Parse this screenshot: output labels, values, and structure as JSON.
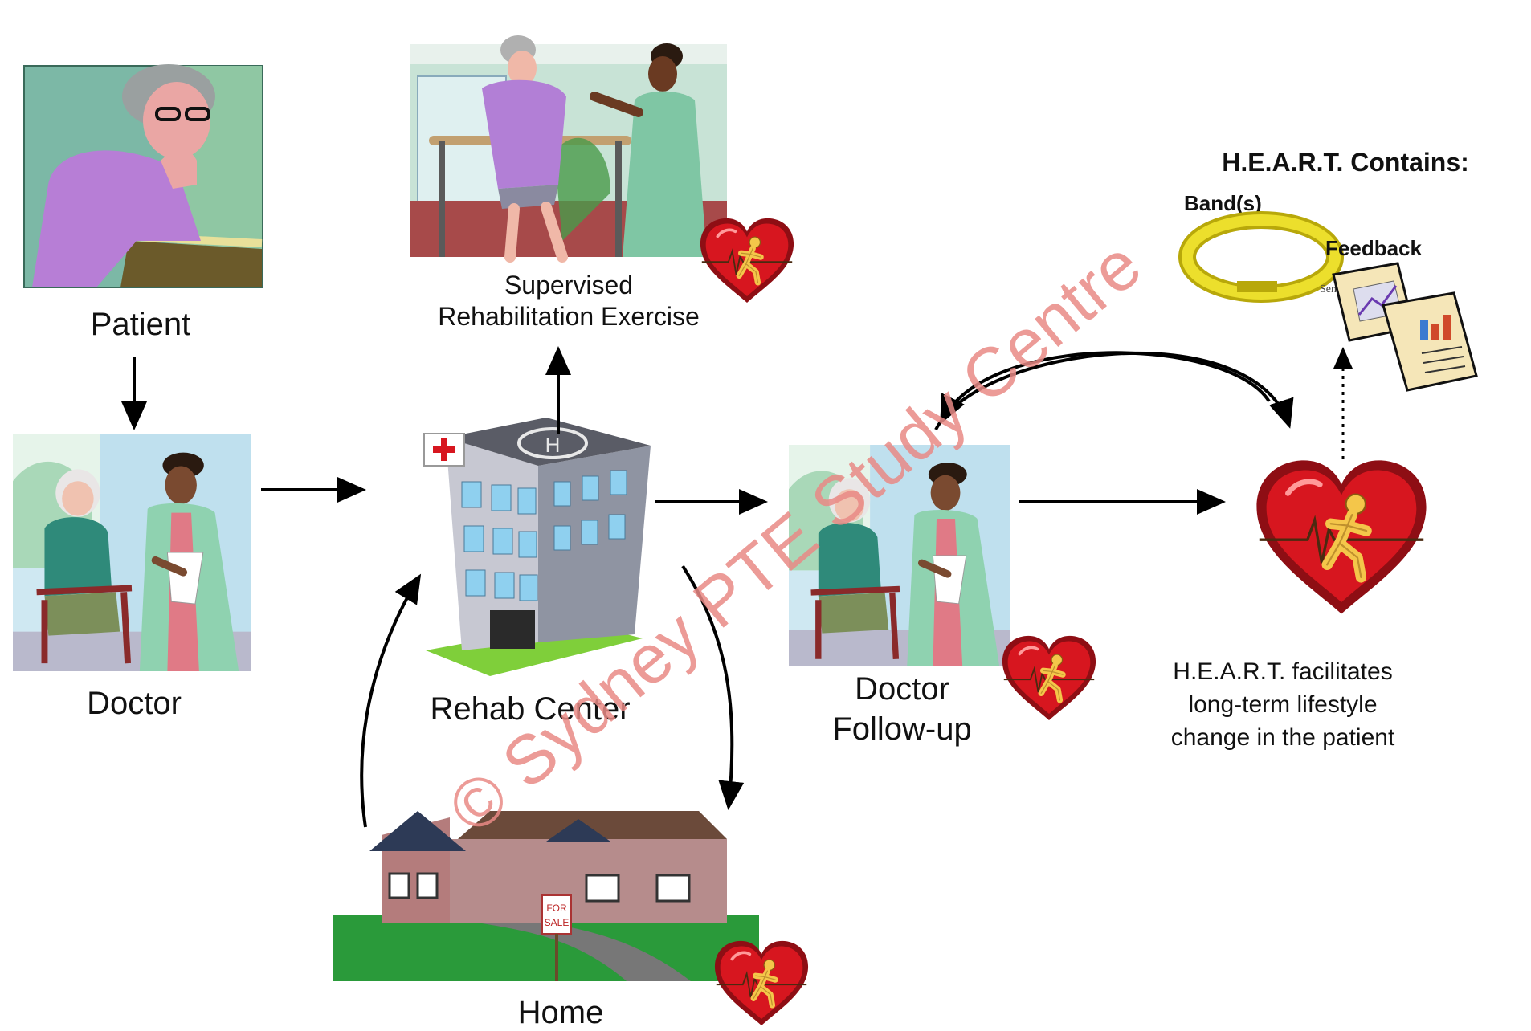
{
  "nodes": {
    "patient": "Patient",
    "doctor": "Doctor",
    "rehab_center": "Rehab Center",
    "supervised_line1": "Supervised",
    "supervised_line2": "Rehabilitation Exercise",
    "home": "Home",
    "follow_up_line1": "Doctor",
    "follow_up_line2": "Follow-up"
  },
  "heart_box": {
    "title": "H.E.A.R.T. Contains:",
    "band_label": "Band(s)",
    "feedback_label": "Feedback",
    "sensor_label": "Sen",
    "desc_line1": "H.E.A.R.T. facilitates",
    "desc_line2": "long-term lifestyle",
    "desc_line3": "change in the patient"
  },
  "sign": {
    "line1": "FOR",
    "line2": "SALE"
  },
  "watermark": "© Sydney PTE Study Centre",
  "colors": {
    "heart": "#d7161f",
    "heart_dark": "#8e0e14",
    "figure": "#f4c64a",
    "watermark": "#e98a86"
  },
  "icons": [
    "patient-illustration",
    "doctor-illustration",
    "hospital-icon",
    "rehab-exercise-illustration",
    "house-icon",
    "heart-logo-icon",
    "band-icon",
    "feedback-report-icon"
  ]
}
